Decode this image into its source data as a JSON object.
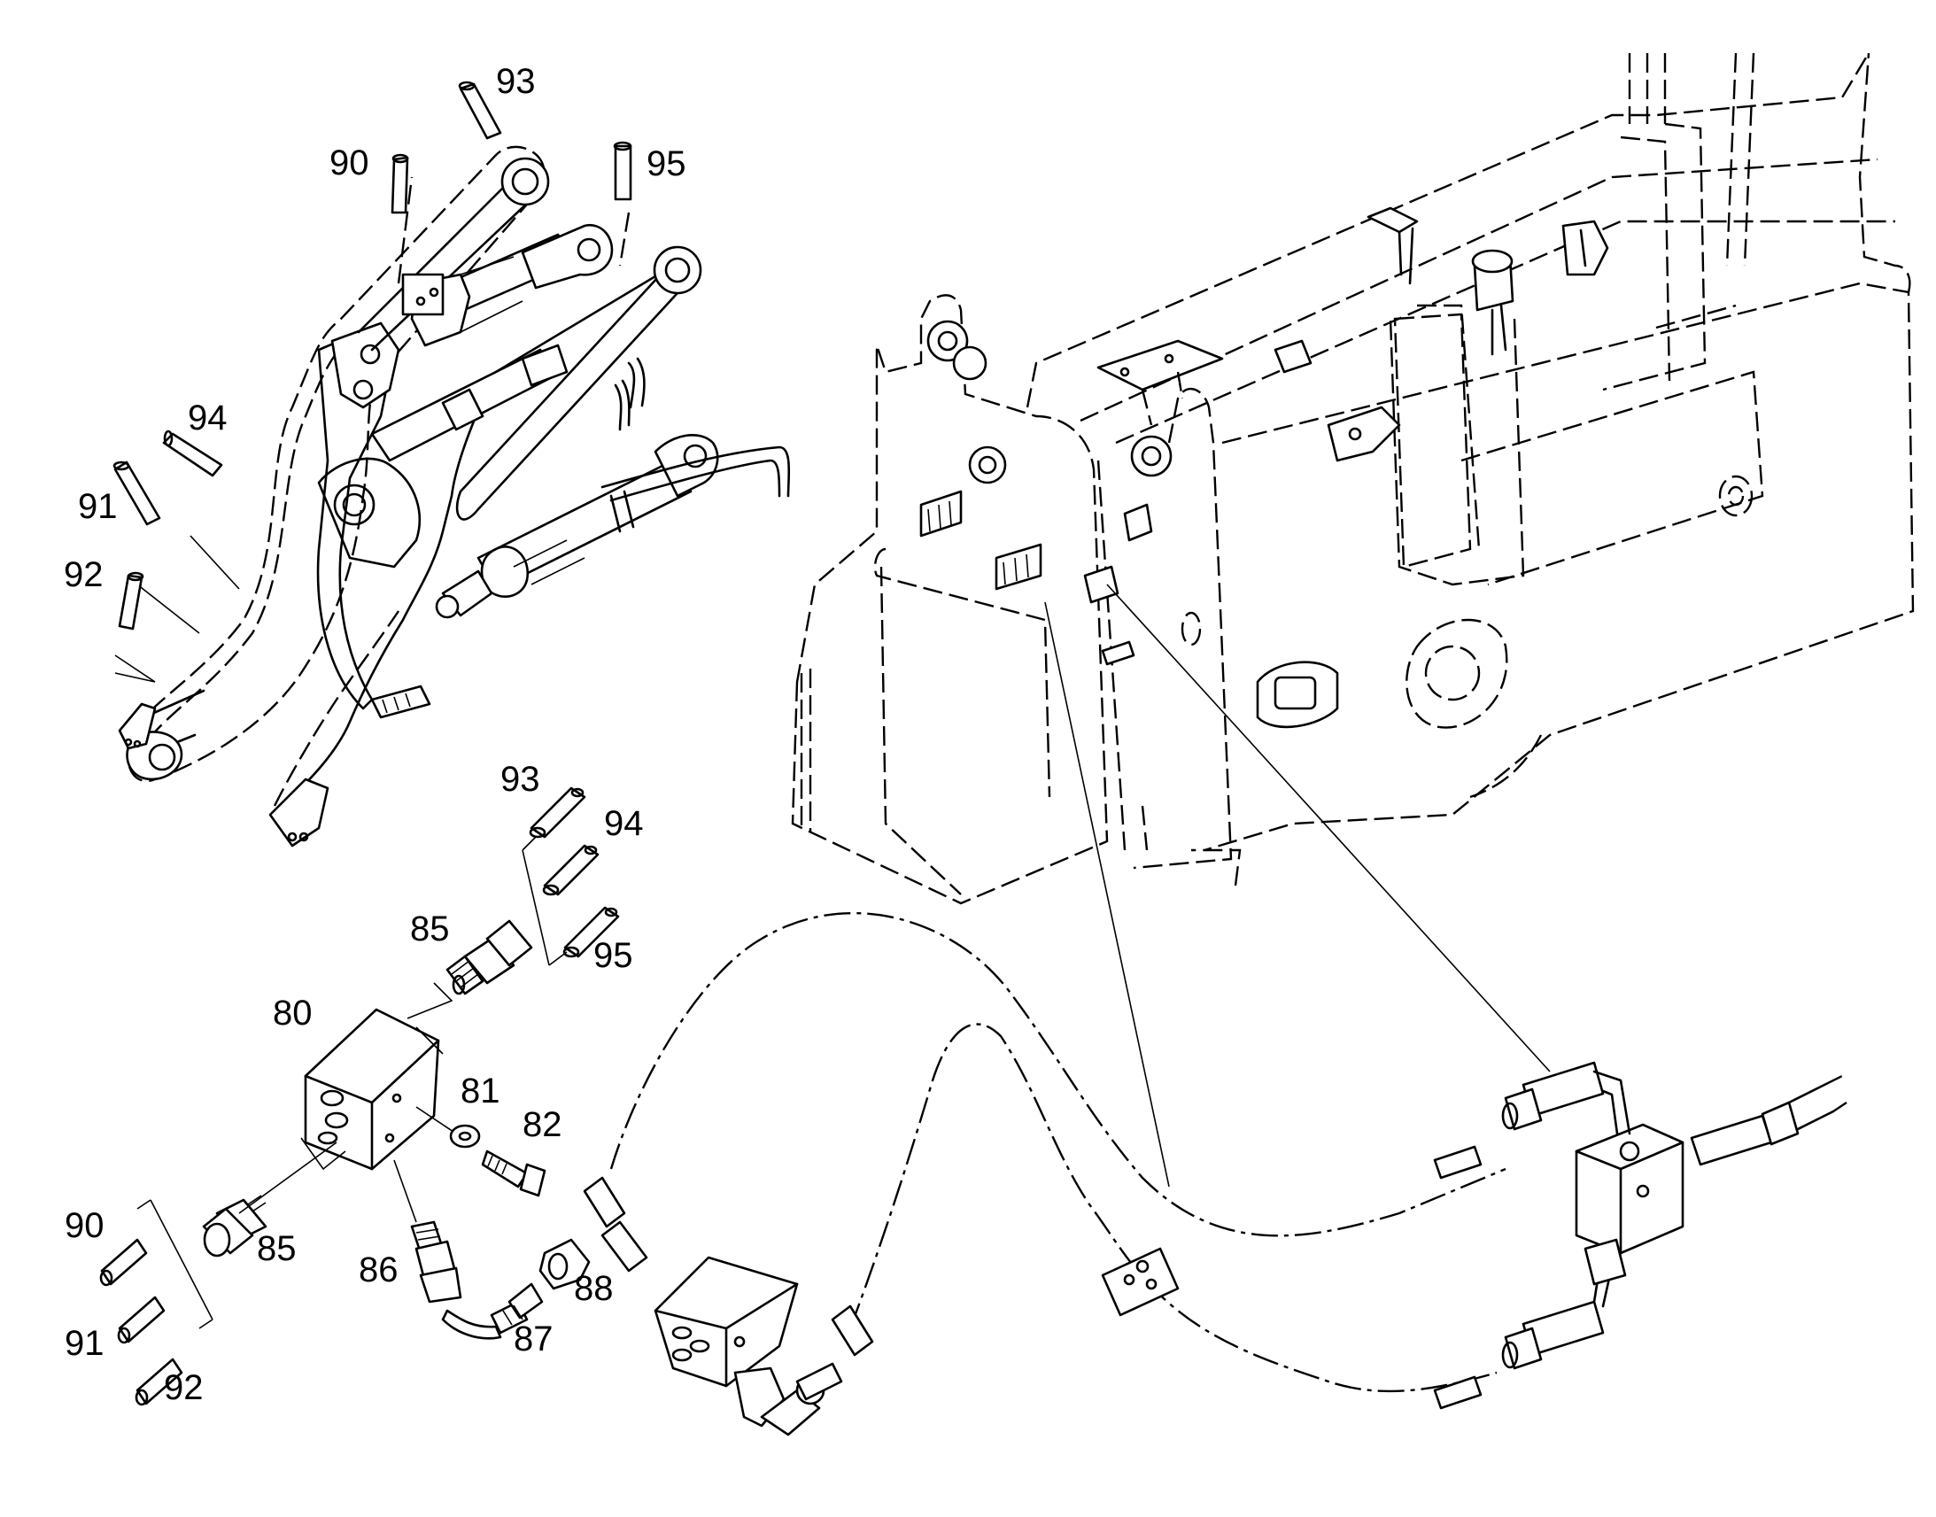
{
  "diagram": {
    "labels": {
      "l93_top": "93",
      "l90_top": "90",
      "l95_top": "95",
      "l94_top": "94",
      "l91_top": "91",
      "l92_top": "92",
      "l93_mid": "93",
      "l94_mid": "94",
      "l95_mid": "95",
      "l85_upper": "85",
      "l80": "80",
      "l81": "81",
      "l82": "82",
      "l90_bot": "90",
      "l85_lower": "85",
      "l86": "86",
      "l88": "88",
      "l87": "87",
      "l91_bot": "91",
      "l92_bot": "92"
    }
  }
}
